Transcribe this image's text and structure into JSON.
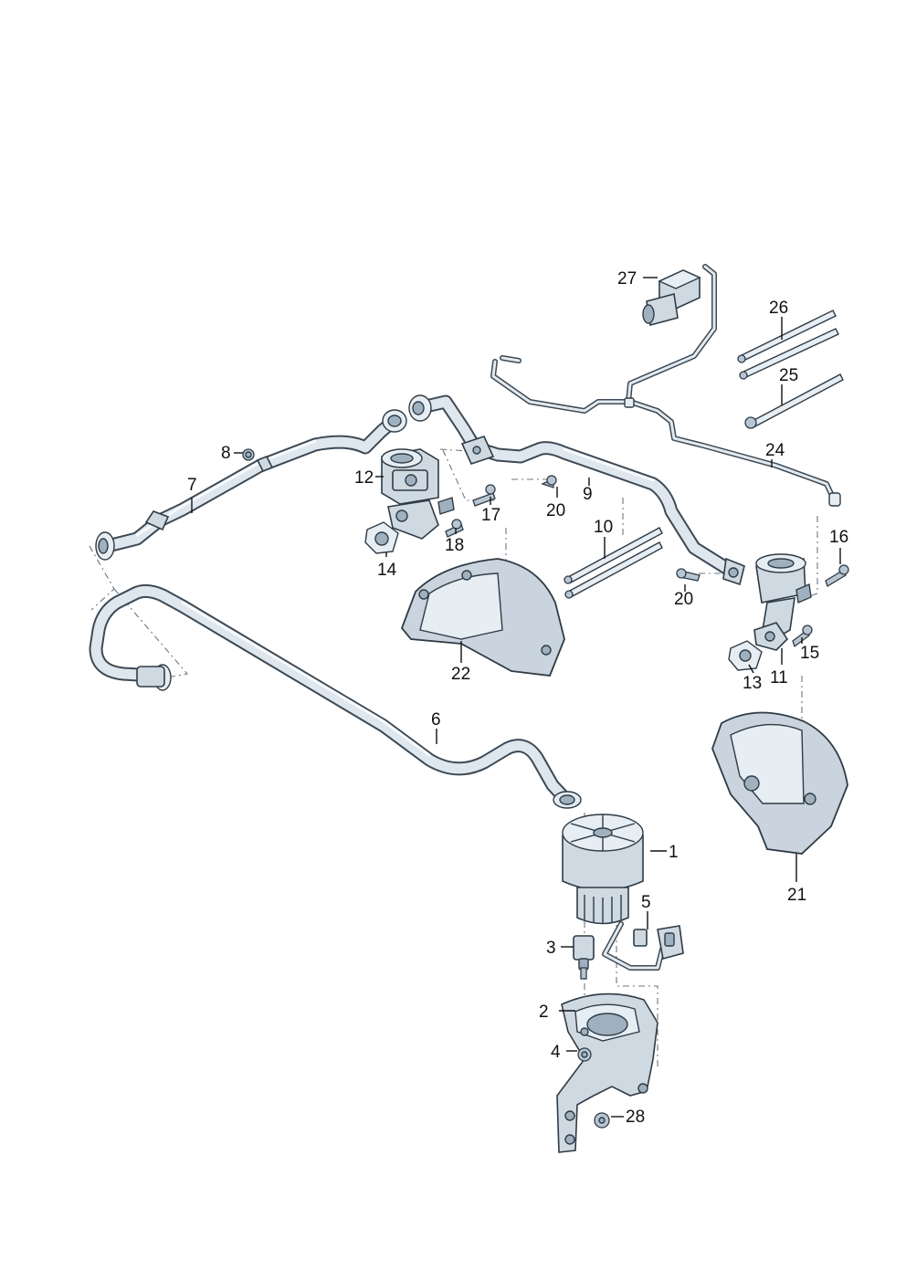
{
  "callouts": [
    {
      "id": "c1",
      "label": "1"
    },
    {
      "id": "c2",
      "label": "2"
    },
    {
      "id": "c3",
      "label": "3"
    },
    {
      "id": "c4",
      "label": "4"
    },
    {
      "id": "c5",
      "label": "5"
    },
    {
      "id": "c6",
      "label": "6"
    },
    {
      "id": "c7",
      "label": "7"
    },
    {
      "id": "c8",
      "label": "8"
    },
    {
      "id": "c9",
      "label": "9"
    },
    {
      "id": "c10",
      "label": "10"
    },
    {
      "id": "c11",
      "label": "11"
    },
    {
      "id": "c12",
      "label": "12"
    },
    {
      "id": "c13",
      "label": "13"
    },
    {
      "id": "c14",
      "label": "14"
    },
    {
      "id": "c15",
      "label": "15"
    },
    {
      "id": "c16",
      "label": "16"
    },
    {
      "id": "c17",
      "label": "17"
    },
    {
      "id": "c18",
      "label": "18"
    },
    {
      "id": "c20a",
      "label": "20"
    },
    {
      "id": "c20b",
      "label": "20"
    },
    {
      "id": "c21",
      "label": "21"
    },
    {
      "id": "c22",
      "label": "22"
    },
    {
      "id": "c24",
      "label": "24"
    },
    {
      "id": "c25",
      "label": "25"
    },
    {
      "id": "c26",
      "label": "26"
    },
    {
      "id": "c27",
      "label": "27"
    },
    {
      "id": "c28",
      "label": "28"
    }
  ]
}
